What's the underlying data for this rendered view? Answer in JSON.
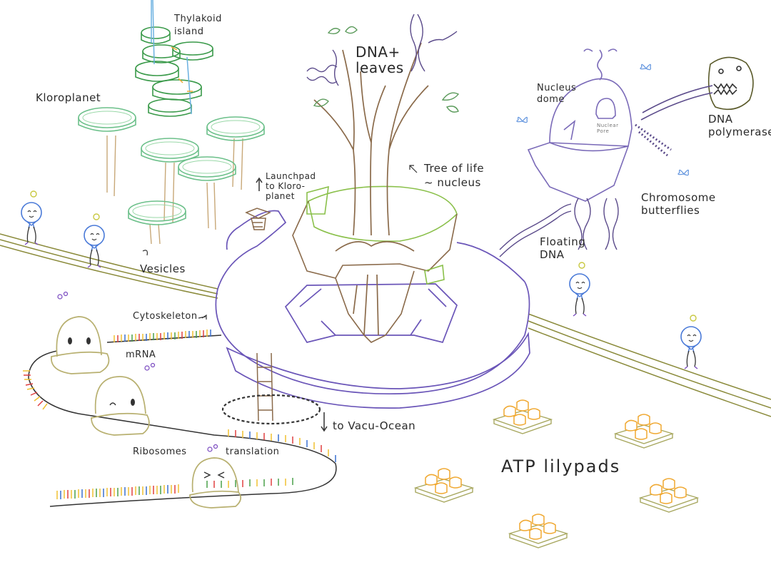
{
  "labels": {
    "thylakoid": "Thylakoid\nisland",
    "kloroplanet": "Kloroplanet",
    "dna_leaves": "DNA+\nleaves",
    "nucleus_dome": "Nucleus\ndome",
    "nuclear_pore": "Nuclear\nPore",
    "dna_polymerase": "DNA\npolymerase",
    "tree_of_life": "Tree of life\n~ nucleus",
    "launchpad": "Launchpad\nto Kloro-\nplanet",
    "chromosome_butterflies": "Chromosome\nbutterflies",
    "floating_dna": "Floating\nDNA",
    "vesicles": "Vesicles",
    "cytoskeleton": "Cytoskeleton",
    "mrna": "mRNA",
    "ribosomes": "Ribosomes",
    "translation": "translation",
    "vacu_ocean": "to Vacu-Ocean",
    "atp_lilypads": "ATP lilypads"
  },
  "colors": {
    "ink": "#2a2a2a",
    "thylakoid_green": "#3a9a4a",
    "disc_green": "#6cc08a",
    "stem_tan": "#c8a878",
    "platform_purple": "#6a55b8",
    "trunk_brown": "#8a6a4a",
    "grass_green": "#8ac04a",
    "dna_purple": "#5a4a8a",
    "dna_blue": "#6a8ad0",
    "vesicle_blue": "#4a7ad8",
    "vesicle_halo": "#c8c840",
    "cyto_olive": "#8a8a3a",
    "ribosome_olive": "#b8b070",
    "atp_orange": "#f0a830",
    "atp_base": "#a8a860"
  }
}
